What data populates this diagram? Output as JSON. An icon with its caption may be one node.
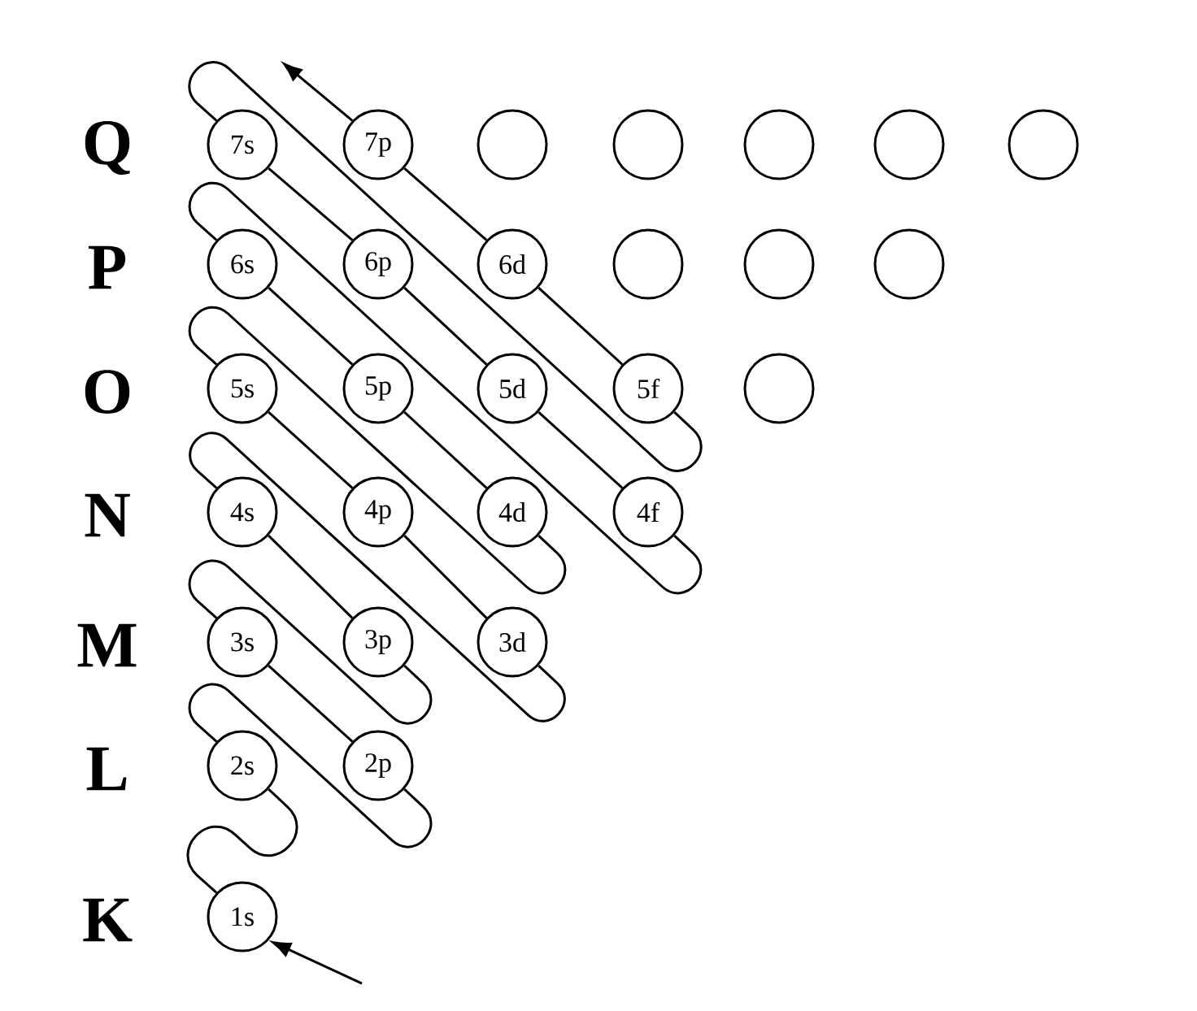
{
  "diagram": {
    "nodes": [
      {
        "text": [
          "7s"
        ]
      },
      {
        "text": [
          "7p"
        ]
      },
      {
        "text": [],
        "shape": "circle"
      },
      {
        "text": [],
        "shape": "circle"
      },
      {
        "text": [],
        "shape": "circle"
      },
      {
        "text": [],
        "shape": "circle"
      },
      {
        "text": [],
        "shape": "circle"
      },
      {
        "text": [
          "6s"
        ]
      },
      {
        "text": [
          "6p"
        ]
      },
      {
        "text": [
          "6d"
        ]
      },
      {
        "text": [],
        "shape": "circle"
      },
      {
        "text": [],
        "shape": "circle"
      },
      {
        "text": [],
        "shape": "circle"
      },
      {
        "text": [
          "5s"
        ]
      },
      {
        "text": [
          "5p"
        ]
      },
      {
        "text": [
          "5d"
        ]
      },
      {
        "text": [
          "5f"
        ]
      },
      {
        "text": [],
        "shape": "circle"
      },
      {
        "text": [
          "4s"
        ]
      },
      {
        "text": [
          "4p"
        ]
      },
      {
        "text": [
          "4d"
        ]
      },
      {
        "text": [
          "4f"
        ]
      },
      {
        "text": [
          "3s"
        ]
      },
      {
        "text": [
          "3p"
        ]
      },
      {
        "text": [
          "3d"
        ]
      },
      {
        "text": [
          "2s"
        ]
      },
      {
        "text": [
          "2p"
        ]
      },
      {
        "text": [
          "1s"
        ]
      }
    ],
    "edges": [
      {
        "from": null,
        "to": 27,
        "arrow": "to"
      },
      {
        "from": 27,
        "to": 25,
        "arrow": "none"
      },
      {
        "from": 25,
        "to": 26,
        "arrow": "none"
      },
      {
        "from": 26,
        "to": 22,
        "arrow": "none"
      },
      {
        "from": 22,
        "to": 23,
        "arrow": "none"
      },
      {
        "from": 23,
        "to": 18,
        "arrow": "none"
      },
      {
        "from": 18,
        "to": 24,
        "arrow": "none"
      },
      {
        "from": 24,
        "to": 19,
        "arrow": "none"
      },
      {
        "from": 19,
        "to": 13,
        "arrow": "none"
      },
      {
        "from": 13,
        "to": 20,
        "arrow": "none"
      },
      {
        "from": 20,
        "to": 14,
        "arrow": "none"
      },
      {
        "from": 14,
        "to": 7,
        "arrow": "none"
      },
      {
        "from": 7,
        "to": 21,
        "arrow": "none"
      },
      {
        "from": 21,
        "to": 15,
        "arrow": "none"
      },
      {
        "from": 15,
        "to": 8,
        "arrow": "none"
      },
      {
        "from": 8,
        "to": 0,
        "arrow": "none"
      },
      {
        "from": 0,
        "to": 16,
        "arrow": "none"
      },
      {
        "from": 16,
        "to": 9,
        "arrow": "none"
      },
      {
        "from": 9,
        "to": 1,
        "arrow": "none"
      },
      {
        "from": 1,
        "to": null,
        "arrow": "to"
      }
    ],
    "labels": [
      "Q",
      "P",
      "O",
      "N",
      "M",
      "L",
      "K"
    ]
  }
}
